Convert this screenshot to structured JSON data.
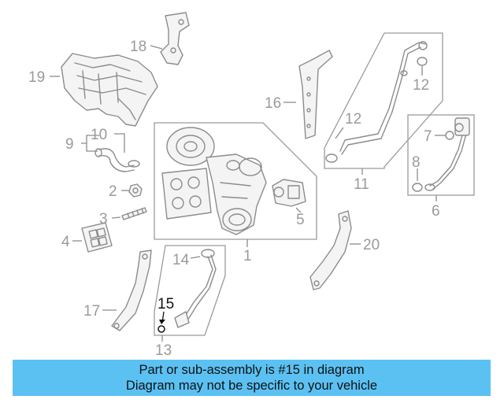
{
  "callouts": {
    "c1": "1",
    "c2": "2",
    "c3": "3",
    "c4": "4",
    "c5": "5",
    "c6": "6",
    "c7": "7",
    "c8": "8",
    "c9": "9",
    "c10": "10",
    "c11": "11",
    "c12a": "12",
    "c12b": "12",
    "c13": "13",
    "c14": "14",
    "c15": "15",
    "c16": "16",
    "c17": "17",
    "c18": "18",
    "c19": "19",
    "c20": "20"
  },
  "highlighted_part": "15",
  "colors": {
    "banner": "#5bc1f3",
    "linework": "#8c8c8c",
    "highlight": "#111111"
  },
  "banner": {
    "line1": "Part or sub-assembly is #15 in diagram",
    "line2": "Diagram may not be specific to your vehicle"
  }
}
